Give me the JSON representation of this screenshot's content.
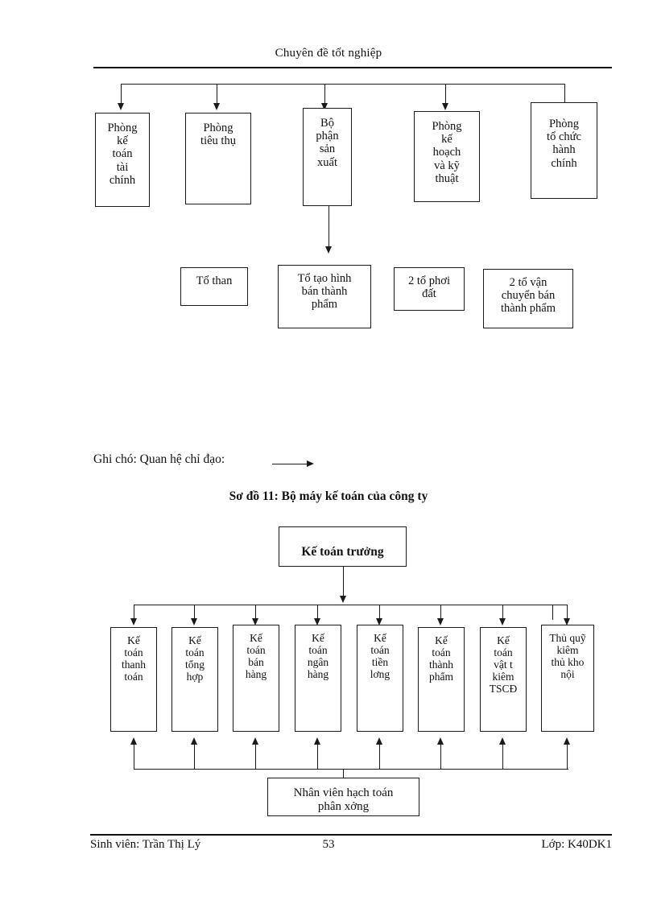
{
  "header": {
    "title": "Chuyên đề tốt nghiệp"
  },
  "footer": {
    "student": "Sinh viên: Trần Thị Lý",
    "page_number": "53",
    "class": "Lớp: K40DK1"
  },
  "org_chart": {
    "level1": [
      {
        "label": "Phòng\nkế\ntoán\ntài\nchính"
      },
      {
        "label": "Phòng\ntiêu thụ"
      },
      {
        "label": "Bộ\nphận\nsản\nxuất"
      },
      {
        "label": "Phòng\nkế\nhoạch\nvà kỹ\nthuật"
      },
      {
        "label": "Phòng\ntổ chức\nhành\nchính"
      }
    ],
    "level2": [
      {
        "label": "Tổ than"
      },
      {
        "label": "Tổ tạo hình\nbán thành\nphẩm"
      },
      {
        "label": "2 tổ phơi\nđất"
      },
      {
        "label": "2 tổ vận\nchuyển bán\nthành phẩm"
      }
    ]
  },
  "legend": {
    "text": "Ghi chó: Quan hệ chỉ đạo:",
    "arrow_icon": "right-arrow-icon"
  },
  "accounting_chart": {
    "caption": "Sơ đồ 11: Bộ máy kế toán của công ty",
    "root": {
      "label": "Kế toán trưởng"
    },
    "staff": [
      {
        "label": "Kế\ntoán\nthanh\ntoán"
      },
      {
        "label": "Kế\ntoán\ntổng\nhợp"
      },
      {
        "label": "Kế\ntoán\nbán\nhàng"
      },
      {
        "label": "Kế\ntoán\nngân\nhàng"
      },
      {
        "label": "Kế\ntoán\ntiền\nlơng"
      },
      {
        "label": "Kế\ntoán\nthành\nphẩm"
      },
      {
        "label": "Kế\ntoán\nvật t\nkiêm\nTSCĐ"
      },
      {
        "label": "Thủ quỹ\nkiêm\nthủ kho\nnội"
      }
    ],
    "bottom": {
      "label": "Nhân viên hạch toán\nphân xởng"
    }
  },
  "colors": {
    "ink": "#1a1a1a",
    "paper": "#ffffff"
  }
}
